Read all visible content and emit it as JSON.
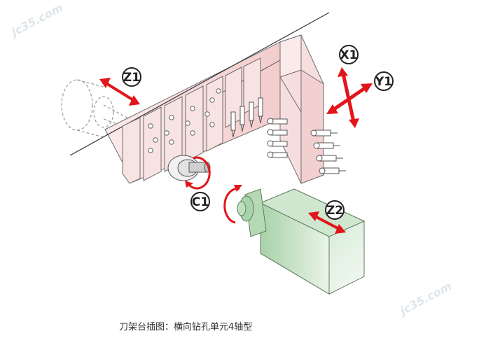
{
  "axes": {
    "z1": "Z1",
    "x1": "X1",
    "y1": "Y1",
    "c1": "C1",
    "z2": "Z2"
  },
  "caption": "刀架台插图：横向钻孔单元4轴型",
  "watermark": "jc35.com",
  "colors": {
    "arrow": "#e2151a",
    "turret_fill": "#f7dede",
    "turret_stroke": "#6e6e6e",
    "spindle_fill": "#cfe6cf",
    "outline": "#555555"
  }
}
